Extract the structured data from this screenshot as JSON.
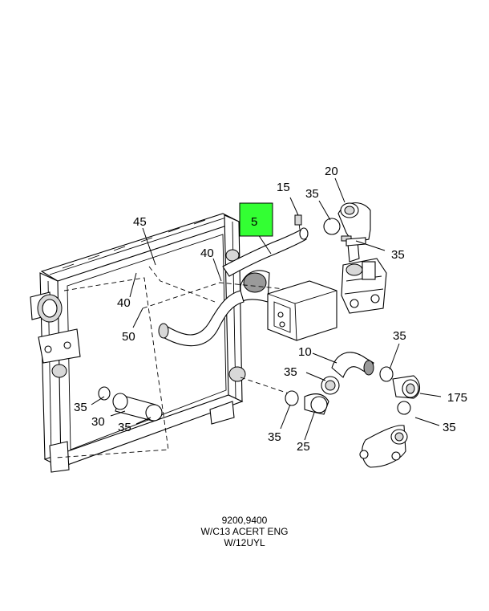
{
  "highlight": {
    "color": "#33ff33",
    "callout": "5"
  },
  "callouts": {
    "c5": "5",
    "c10": "10",
    "c15": "15",
    "c20": "20",
    "c25": "25",
    "c30": "30",
    "c35a": "35",
    "c35b": "35",
    "c35c": "35",
    "c35d": "35",
    "c35e": "35",
    "c35f": "35",
    "c35g": "35",
    "c35h": "35",
    "c40a": "40",
    "c40b": "40",
    "c45": "45",
    "c50": "50",
    "c175": "175"
  },
  "caption": {
    "line1": "9200,9400",
    "line2": "W/C13 ACERT ENG",
    "line3": "W/12UYL"
  }
}
